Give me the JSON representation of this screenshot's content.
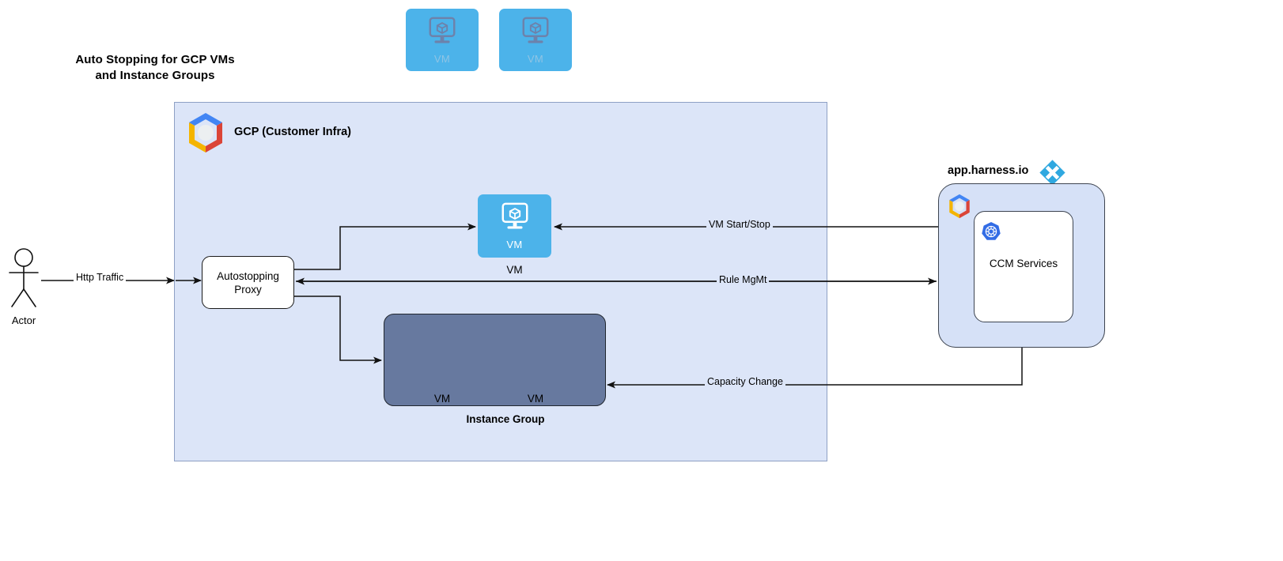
{
  "title": {
    "line1": "Auto Stopping for GCP VMs",
    "line2": "and Instance Groups"
  },
  "actor": {
    "label": "Actor",
    "icon": "actor-stick-figure-icon"
  },
  "gcp_container": {
    "label": "GCP (Customer Infra)",
    "logo": "gcp-hexagon-logo",
    "background_color": "#dce5f8",
    "border_color": "#8ea0c4"
  },
  "proxy": {
    "line1": "Autostopping",
    "line2": "Proxy"
  },
  "vm_single": {
    "tile_label": "VM",
    "caption": "VM",
    "color": "#4cb3ea",
    "icon": "vm-monitor-cube-icon"
  },
  "instance_group": {
    "caption": "Instance Group",
    "container_color": "#67799f",
    "tiles": [
      {
        "tile_label": "VM",
        "caption": "VM",
        "icon": "vm-monitor-cube-icon"
      },
      {
        "tile_label": "VM",
        "caption": "VM",
        "icon": "vm-monitor-cube-icon"
      }
    ]
  },
  "harness": {
    "title": "app.harness.io",
    "logo": "harness-diamond-logo",
    "logo_color": "#2fa8e0",
    "panel_color": "#d6e1f7",
    "inner_logo": "gcp-hexagon-logo",
    "ccm": {
      "label": "CCM Services",
      "icon": "kubernetes-helm-wheel-icon",
      "icon_color": "#326ce5"
    }
  },
  "edges": [
    {
      "id": "http-traffic",
      "label": "Http Traffic",
      "from": "actor",
      "to": "proxy"
    },
    {
      "id": "vm-start-stop",
      "label": "VM Start/Stop",
      "from": "harness",
      "to": "vm_single"
    },
    {
      "id": "rule-mgmt",
      "label": "Rule MgMt",
      "from": "proxy",
      "to": "harness"
    },
    {
      "id": "capacity-change",
      "label": "Capacity Change",
      "from": "harness",
      "to": "instance_group"
    },
    {
      "id": "proxy-to-vm",
      "label": "",
      "from": "proxy",
      "to": "vm_single"
    },
    {
      "id": "proxy-to-ig",
      "label": "",
      "from": "proxy",
      "to": "instance_group"
    }
  ]
}
